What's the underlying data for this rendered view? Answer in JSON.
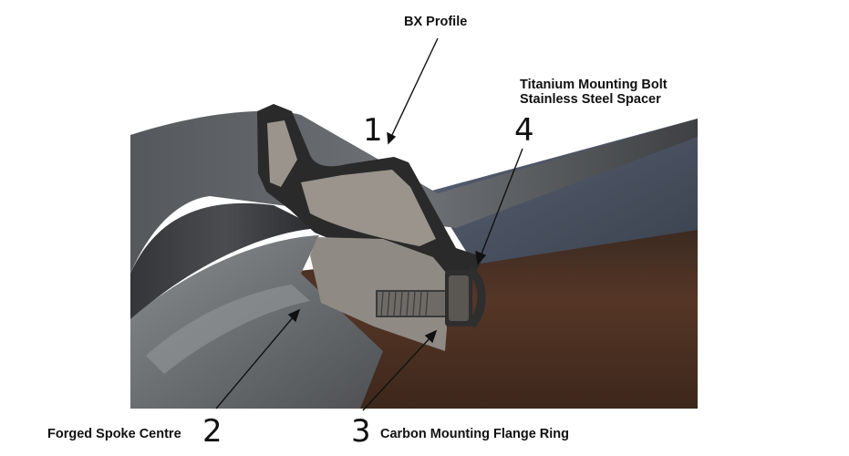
{
  "callouts": [
    {
      "number": "1",
      "label": "BX Profile"
    },
    {
      "number": "2",
      "label": "Forged Spoke Centre"
    },
    {
      "number": "3",
      "label": "Carbon Mounting Flange Ring"
    },
    {
      "number": "4",
      "label_line1": "Titanium Mounting Bolt",
      "label_line2": "Stainless Steel Spacer"
    }
  ],
  "colors": {
    "rim_section": "#2a2a2a",
    "section_fill": "#9a948c",
    "wheel_gray": "#6f7275",
    "carbon_brown": "#4e3323",
    "label_text": "#111111"
  }
}
